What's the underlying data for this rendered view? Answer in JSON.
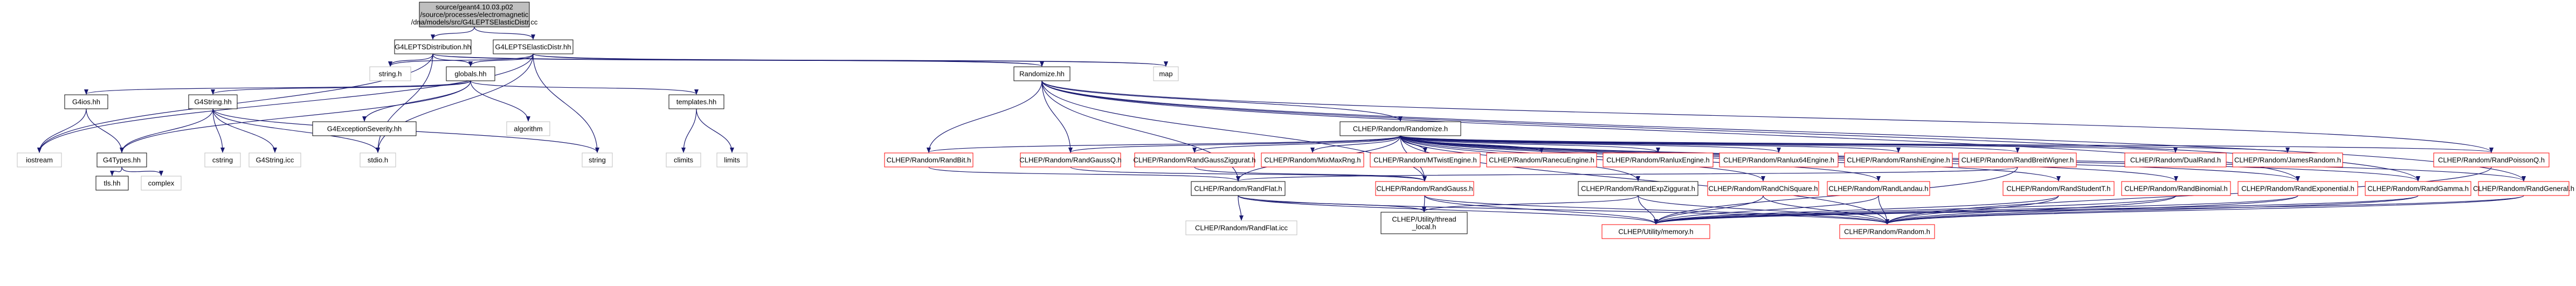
{
  "graph": {
    "colors": {
      "root_fill": "#bfbfbf",
      "node_fill": "#ffffff",
      "edge": "#191970",
      "border_normal": "#000000",
      "border_truncated": "#ff0000",
      "border_external": "#bfbfbf",
      "text": "#000000"
    },
    "nodes": [
      {
        "id": "root",
        "kind": "root",
        "lines": [
          "source/geant4.10.03.p02",
          "/source/processes/electromagnetic",
          "/dna/models/src/G4LEPTSElasticDistr.cc"
        ]
      },
      {
        "id": "distribution_hh",
        "kind": "normal",
        "lines": [
          "G4LEPTSDistribution.hh"
        ]
      },
      {
        "id": "elasticdistr_hh",
        "kind": "normal",
        "lines": [
          "G4LEPTSElasticDistr.hh"
        ]
      },
      {
        "id": "string_h",
        "kind": "external",
        "lines": [
          "string.h"
        ]
      },
      {
        "id": "globals_hh",
        "kind": "normal",
        "lines": [
          "globals.hh"
        ]
      },
      {
        "id": "randomize_hh",
        "kind": "normal",
        "lines": [
          "Randomize.hh"
        ]
      },
      {
        "id": "map",
        "kind": "external",
        "lines": [
          "map"
        ]
      },
      {
        "id": "g4ios_hh",
        "kind": "normal",
        "lines": [
          "G4ios.hh"
        ]
      },
      {
        "id": "g4string_hh",
        "kind": "normal",
        "lines": [
          "G4String.hh"
        ]
      },
      {
        "id": "g4exceptionseverity_hh",
        "kind": "normal",
        "lines": [
          "G4ExceptionSeverity.hh"
        ]
      },
      {
        "id": "algorithm",
        "kind": "external",
        "lines": [
          "algorithm"
        ]
      },
      {
        "id": "templates_hh",
        "kind": "normal",
        "lines": [
          "templates.hh"
        ]
      },
      {
        "id": "iostream",
        "kind": "external",
        "lines": [
          "iostream"
        ]
      },
      {
        "id": "g4types_hh",
        "kind": "normal",
        "lines": [
          "G4Types.hh"
        ]
      },
      {
        "id": "cstring",
        "kind": "external",
        "lines": [
          "cstring"
        ]
      },
      {
        "id": "g4string_icc",
        "kind": "external",
        "lines": [
          "G4String.icc"
        ]
      },
      {
        "id": "stdio_h",
        "kind": "external",
        "lines": [
          "stdio.h"
        ]
      },
      {
        "id": "string",
        "kind": "external",
        "lines": [
          "string"
        ]
      },
      {
        "id": "climits",
        "kind": "external",
        "lines": [
          "climits"
        ]
      },
      {
        "id": "limits",
        "kind": "external",
        "lines": [
          "limits"
        ]
      },
      {
        "id": "tls_hh",
        "kind": "normal",
        "lines": [
          "tls.hh"
        ]
      },
      {
        "id": "complex",
        "kind": "external",
        "lines": [
          "complex"
        ]
      },
      {
        "id": "clhep_randomize_h",
        "kind": "normal",
        "lines": [
          "CLHEP/Random/Randomize.h"
        ]
      },
      {
        "id": "randbit_h",
        "kind": "truncated",
        "lines": [
          "CLHEP/Random/RandBit.h"
        ]
      },
      {
        "id": "randgaussq_h",
        "kind": "truncated",
        "lines": [
          "CLHEP/Random/RandGaussQ.h"
        ]
      },
      {
        "id": "randgaussziggurat_h",
        "kind": "truncated",
        "lines": [
          "CLHEP/Random/RandGaussZiggurat.h"
        ]
      },
      {
        "id": "mixmaxrng_h",
        "kind": "truncated",
        "lines": [
          "CLHEP/Random/MixMaxRng.h"
        ]
      },
      {
        "id": "mtwistengine_h",
        "kind": "truncated",
        "lines": [
          "CLHEP/Random/MTwistEngine.h"
        ]
      },
      {
        "id": "ranecuengine_h",
        "kind": "truncated",
        "lines": [
          "CLHEP/Random/RanecuEngine.h"
        ]
      },
      {
        "id": "ranluxengine_h",
        "kind": "truncated",
        "lines": [
          "CLHEP/Random/RanluxEngine.h"
        ]
      },
      {
        "id": "ranlux64engine_h",
        "kind": "truncated",
        "lines": [
          "CLHEP/Random/Ranlux64Engine.h"
        ]
      },
      {
        "id": "ranshiengine_h",
        "kind": "truncated",
        "lines": [
          "CLHEP/Random/RanshiEngine.h"
        ]
      },
      {
        "id": "randbreitwigner_h",
        "kind": "truncated",
        "lines": [
          "CLHEP/Random/RandBreitWigner.h"
        ]
      },
      {
        "id": "dualrand_h",
        "kind": "truncated",
        "lines": [
          "CLHEP/Random/DualRand.h"
        ]
      },
      {
        "id": "jamesrandom_h",
        "kind": "truncated",
        "lines": [
          "CLHEP/Random/JamesRandom.h"
        ]
      },
      {
        "id": "randpoissonq_h",
        "kind": "truncated",
        "lines": [
          "CLHEP/Random/RandPoissonQ.h"
        ]
      },
      {
        "id": "randflat_h",
        "kind": "normal",
        "lines": [
          "CLHEP/Random/RandFlat.h"
        ]
      },
      {
        "id": "randgauss_h",
        "kind": "truncated",
        "lines": [
          "CLHEP/Random/RandGauss.h"
        ]
      },
      {
        "id": "randexpziggurat_h",
        "kind": "normal",
        "lines": [
          "CLHEP/Random/RandExpZiggurat.h"
        ]
      },
      {
        "id": "randchisquare_h",
        "kind": "truncated",
        "lines": [
          "CLHEP/Random/RandChiSquare.h"
        ]
      },
      {
        "id": "randlandau_h",
        "kind": "truncated",
        "lines": [
          "CLHEP/Random/RandLandau.h"
        ]
      },
      {
        "id": "randstudentt_h",
        "kind": "truncated",
        "lines": [
          "CLHEP/Random/RandStudentT.h"
        ]
      },
      {
        "id": "randbinomial_h",
        "kind": "truncated",
        "lines": [
          "CLHEP/Random/RandBinomial.h"
        ]
      },
      {
        "id": "randexponential_h",
        "kind": "truncated",
        "lines": [
          "CLHEP/Random/RandExponential.h"
        ]
      },
      {
        "id": "randgamma_h",
        "kind": "truncated",
        "lines": [
          "CLHEP/Random/RandGamma.h"
        ]
      },
      {
        "id": "randgeneral_h",
        "kind": "truncated",
        "lines": [
          "CLHEP/Random/RandGeneral.h"
        ]
      },
      {
        "id": "randflat_icc",
        "kind": "external",
        "lines": [
          "CLHEP/Random/RandFlat.icc"
        ]
      },
      {
        "id": "thread_local_h",
        "kind": "normal",
        "lines": [
          "CLHEP/Utility/thread",
          "_local.h"
        ]
      },
      {
        "id": "memory_h",
        "kind": "truncated",
        "lines": [
          "CLHEP/Utility/memory.h"
        ]
      },
      {
        "id": "random_h",
        "kind": "truncated",
        "lines": [
          "CLHEP/Random/Random.h"
        ]
      }
    ],
    "edges": [
      [
        "root",
        "distribution_hh"
      ],
      [
        "root",
        "elasticdistr_hh"
      ],
      [
        "distribution_hh",
        "string_h"
      ],
      [
        "distribution_hh",
        "globals_hh"
      ],
      [
        "distribution_hh",
        "randomize_hh"
      ],
      [
        "distribution_hh",
        "map"
      ],
      [
        "distribution_hh",
        "iostream"
      ],
      [
        "distribution_hh",
        "stdio_h"
      ],
      [
        "elasticdistr_hh",
        "string_h"
      ],
      [
        "elasticdistr_hh",
        "globals_hh"
      ],
      [
        "elasticdistr_hh",
        "randomize_hh"
      ],
      [
        "elasticdistr_hh",
        "map"
      ],
      [
        "elasticdistr_hh",
        "iostream"
      ],
      [
        "elasticdistr_hh",
        "stdio_h"
      ],
      [
        "elasticdistr_hh",
        "string"
      ],
      [
        "globals_hh",
        "g4ios_hh"
      ],
      [
        "globals_hh",
        "g4string_hh"
      ],
      [
        "globals_hh",
        "g4exceptionseverity_hh"
      ],
      [
        "globals_hh",
        "algorithm"
      ],
      [
        "globals_hh",
        "templates_hh"
      ],
      [
        "globals_hh",
        "g4types_hh"
      ],
      [
        "g4ios_hh",
        "g4types_hh"
      ],
      [
        "g4ios_hh",
        "iostream"
      ],
      [
        "g4string_hh",
        "g4types_hh"
      ],
      [
        "g4string_hh",
        "cstring"
      ],
      [
        "g4string_hh",
        "g4string_icc"
      ],
      [
        "g4string_hh",
        "stdio_h"
      ],
      [
        "g4string_hh",
        "string"
      ],
      [
        "templates_hh",
        "climits"
      ],
      [
        "templates_hh",
        "limits"
      ],
      [
        "g4types_hh",
        "tls_hh"
      ],
      [
        "g4types_hh",
        "complex"
      ],
      [
        "randomize_hh",
        "clhep_randomize_h"
      ],
      [
        "randomize_hh",
        "randbit_h"
      ],
      [
        "randomize_hh",
        "randgaussq_h"
      ],
      [
        "randomize_hh",
        "randflat_h"
      ],
      [
        "randomize_hh",
        "randgauss_h"
      ],
      [
        "randomize_hh",
        "randexponential_h"
      ],
      [
        "randomize_hh",
        "randgamma_h"
      ],
      [
        "randomize_hh",
        "randgeneral_h"
      ],
      [
        "randomize_hh",
        "randpoissonq_h"
      ],
      [
        "clhep_randomize_h",
        "randbit_h"
      ],
      [
        "clhep_randomize_h",
        "randgaussq_h"
      ],
      [
        "clhep_randomize_h",
        "randgaussziggurat_h"
      ],
      [
        "clhep_randomize_h",
        "mixmaxrng_h"
      ],
      [
        "clhep_randomize_h",
        "mtwistengine_h"
      ],
      [
        "clhep_randomize_h",
        "ranecuengine_h"
      ],
      [
        "clhep_randomize_h",
        "ranluxengine_h"
      ],
      [
        "clhep_randomize_h",
        "ranlux64engine_h"
      ],
      [
        "clhep_randomize_h",
        "ranshiengine_h"
      ],
      [
        "clhep_randomize_h",
        "randbreitwigner_h"
      ],
      [
        "clhep_randomize_h",
        "dualrand_h"
      ],
      [
        "clhep_randomize_h",
        "jamesrandom_h"
      ],
      [
        "clhep_randomize_h",
        "randpoissonq_h"
      ],
      [
        "clhep_randomize_h",
        "randflat_h"
      ],
      [
        "clhep_randomize_h",
        "randgauss_h"
      ],
      [
        "clhep_randomize_h",
        "randexpziggurat_h"
      ],
      [
        "clhep_randomize_h",
        "randchisquare_h"
      ],
      [
        "clhep_randomize_h",
        "randlandau_h"
      ],
      [
        "clhep_randomize_h",
        "randstudentt_h"
      ],
      [
        "clhep_randomize_h",
        "randbinomial_h"
      ],
      [
        "clhep_randomize_h",
        "randexponential_h"
      ],
      [
        "clhep_randomize_h",
        "randgamma_h"
      ],
      [
        "clhep_randomize_h",
        "randgeneral_h"
      ],
      [
        "clhep_randomize_h",
        "random_h"
      ],
      [
        "randbit_h",
        "randflat_h"
      ],
      [
        "randgaussq_h",
        "randgauss_h"
      ],
      [
        "randgaussziggurat_h",
        "randgauss_h"
      ],
      [
        "randbreitwigner_h",
        "randflat_h"
      ],
      [
        "randbreitwigner_h",
        "memory_h"
      ],
      [
        "randpoissonq_h",
        "random_h"
      ],
      [
        "randflat_h",
        "randflat_icc"
      ],
      [
        "randflat_h",
        "thread_local_h"
      ],
      [
        "randflat_h",
        "memory_h"
      ],
      [
        "randflat_h",
        "random_h"
      ],
      [
        "randgauss_h",
        "thread_local_h"
      ],
      [
        "randgauss_h",
        "memory_h"
      ],
      [
        "randgauss_h",
        "random_h"
      ],
      [
        "randexpziggurat_h",
        "thread_local_h"
      ],
      [
        "randexpziggurat_h",
        "memory_h"
      ],
      [
        "randexpziggurat_h",
        "random_h"
      ],
      [
        "randchisquare_h",
        "memory_h"
      ],
      [
        "randchisquare_h",
        "random_h"
      ],
      [
        "randlandau_h",
        "memory_h"
      ],
      [
        "randlandau_h",
        "random_h"
      ],
      [
        "randstudentt_h",
        "memory_h"
      ],
      [
        "randstudentt_h",
        "random_h"
      ],
      [
        "randbinomial_h",
        "memory_h"
      ],
      [
        "randbinomial_h",
        "random_h"
      ],
      [
        "randexponential_h",
        "memory_h"
      ],
      [
        "randexponential_h",
        "random_h"
      ],
      [
        "randgamma_h",
        "memory_h"
      ],
      [
        "randgamma_h",
        "random_h"
      ],
      [
        "randgeneral_h",
        "memory_h"
      ],
      [
        "randgeneral_h",
        "random_h"
      ]
    ]
  }
}
